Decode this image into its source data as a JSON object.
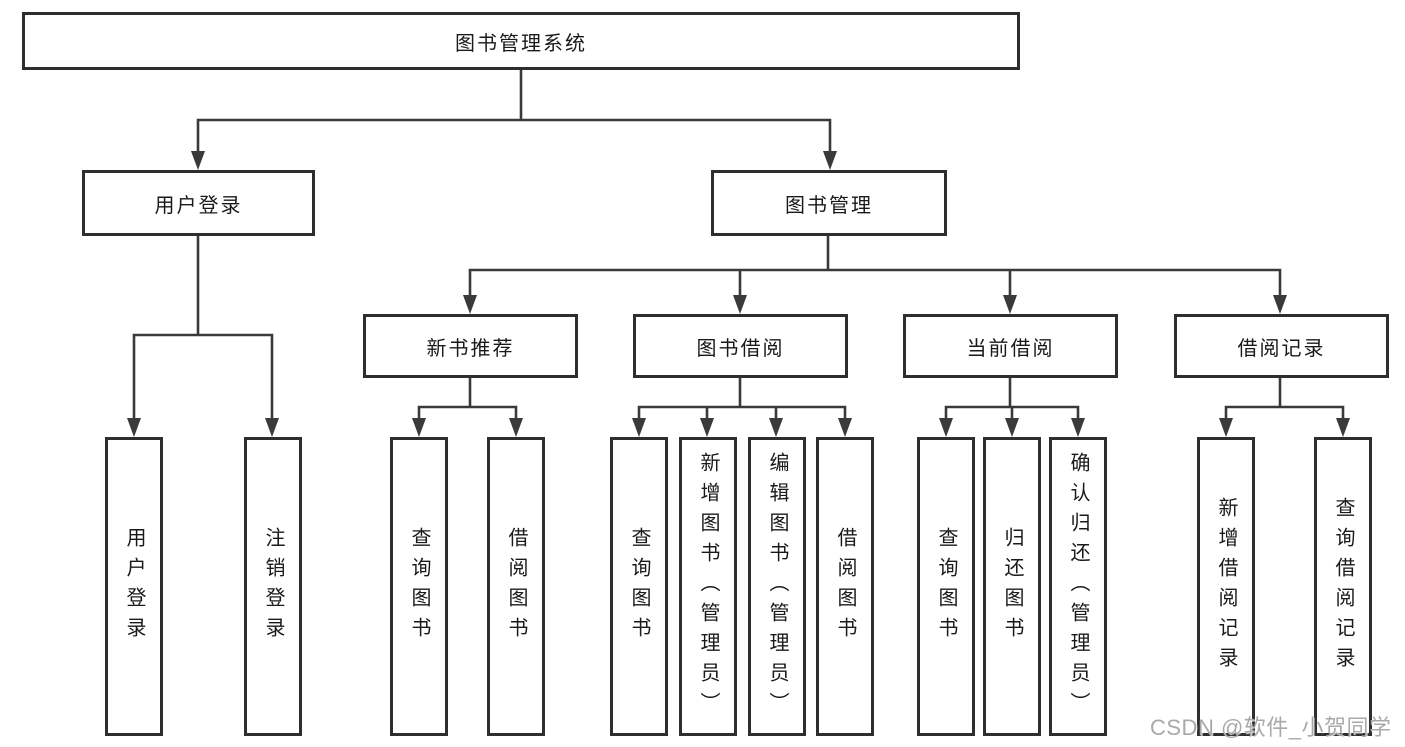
{
  "title": "图书管理系统",
  "watermark": "CSDN @软件_小贺同学",
  "colors": {
    "line": "#3a3a3a",
    "box_border": "#2e2e2e",
    "box_fill": "#ffffff",
    "text": "#1a1a1a",
    "watermark_text": "#a9a9a9"
  },
  "tree": {
    "root": "图书管理系统",
    "branches": [
      {
        "label": "用户登录",
        "leaves": [
          "用户登录",
          "注销登录"
        ]
      },
      {
        "label": "图书管理",
        "groups": [
          {
            "label": "新书推荐",
            "leaves": [
              "查询图书",
              "借阅图书"
            ]
          },
          {
            "label": "图书借阅",
            "leaves": [
              "查询图书",
              "新增图书（管理员）",
              "编辑图书（管理员）",
              "借阅图书"
            ]
          },
          {
            "label": "当前借阅",
            "leaves": [
              "查询图书",
              "归还图书",
              "确认归还（管理员）"
            ]
          },
          {
            "label": "借阅记录",
            "leaves": [
              "新增借阅记录",
              "查询借阅记录"
            ]
          }
        ]
      }
    ]
  }
}
